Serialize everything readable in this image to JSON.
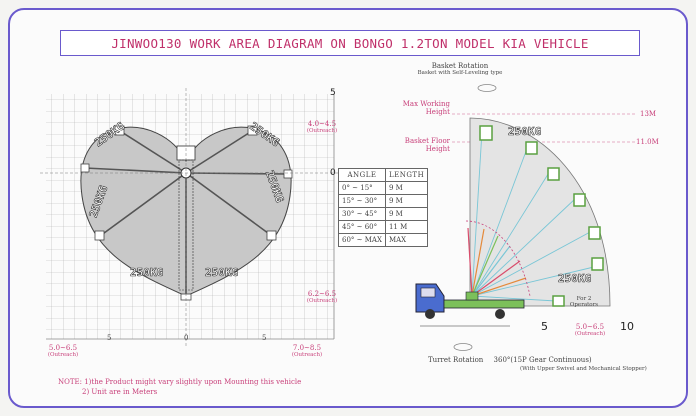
{
  "title": "JINWOO130 WORK AREA DIAGRAM ON BONGO 1.2TON MODEL KIA VEHICLE",
  "plan_view": {
    "top_scale": "5",
    "mid_scale": "0",
    "left_label": "5.0~6.5",
    "left_sub": "(Outreach)",
    "x_minus": "5",
    "x_zero": "0",
    "x_plus": "5",
    "right_label": "7.0~8.5",
    "right_sub": "(Outreach)",
    "upper_right": "4.0~4.5",
    "upper_right_sub": "(Outreach)",
    "lower_right": "6.2~6.5",
    "lower_right_sub": "(Outreach)",
    "load_labels": [
      "250KG",
      "250KG",
      "250KG",
      "250KG",
      "250KG",
      "250KG"
    ]
  },
  "angle_table": {
    "headers": [
      "ANGLE",
      "LENGTH"
    ],
    "rows": [
      [
        "0° ~ 15°",
        "9 M"
      ],
      [
        "15° ~ 30°",
        "9 M"
      ],
      [
        "30° ~ 45°",
        "9 M"
      ],
      [
        "45° ~ 60°",
        "11 M"
      ],
      [
        "60° ~ MAX",
        "MAX"
      ]
    ]
  },
  "side_view": {
    "basket_rotation": "Basket Rotation",
    "basket_type": "Basket with Self-Leveling type",
    "max_height_label": "Max Working Height",
    "max_height_value": "13M",
    "basket_floor_label": "Basket Floor Height",
    "basket_floor_value": "11.0M",
    "load": "250KG",
    "load2": "250KG",
    "x_5": "5",
    "x_10": "10",
    "x_range": "5.0~6.5",
    "x_range_sub": "(Outreach)",
    "speed_note": "For 2 Operators",
    "turret_rotation": "Turret Rotation",
    "turret_spec": "360°(15P Gear Continuous)",
    "turret_sub": "(With Upper Swivel and Mechanical Stopper)"
  },
  "note": "NOTE: 1)the Product might vary slightly upon Mounting this vehicle",
  "note2": "2) Unit are in Meters",
  "colors": {
    "frame": "#6a5acd",
    "title_text": "#c0306a",
    "envelope": "#c8c8c8",
    "boom": "#666666",
    "basket_green": "#7cc05a",
    "grid": "#b3b3b3"
  }
}
